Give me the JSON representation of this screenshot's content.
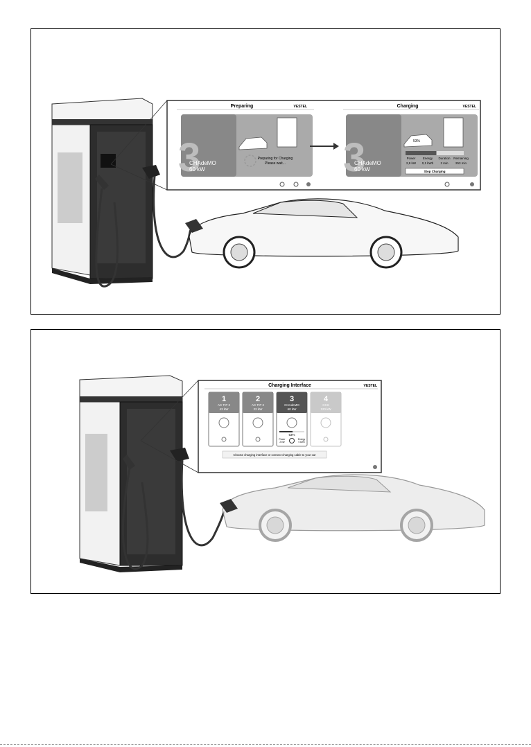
{
  "panel1": {
    "screen_left": {
      "title": "Preparing",
      "brand": "VESTEL",
      "big_number": "3",
      "connector": "CHAdeMO",
      "power": "60 kW",
      "status_line1": "Preparing for Charging",
      "status_line2": "Please wait..."
    },
    "screen_right": {
      "title": "Charging",
      "brand": "VESTEL",
      "big_number": "3",
      "connector": "CHAdeMO",
      "power": "60 kW",
      "percent": "53%",
      "progress": 0.53,
      "stats": [
        {
          "label": "Power",
          "value": "2,9 kW"
        },
        {
          "label": "Energy",
          "value": "0,1 kWh"
        },
        {
          "label": "Duration",
          "value": "2 min"
        },
        {
          "label": "Remaining",
          "value": "253 min"
        }
      ],
      "stop_button": "Stop Charging"
    }
  },
  "panel2": {
    "screen": {
      "title": "Charging Interface",
      "brand": "VESTEL",
      "cards": [
        {
          "number": "1",
          "name": "AC TIP 2",
          "power": "43 kW"
        },
        {
          "number": "2",
          "name": "AC TIP 2",
          "power": "22 kW"
        },
        {
          "number": "3",
          "name": "CHAdeMO",
          "power": "60 kW"
        },
        {
          "number": "4",
          "name": "CCS",
          "power": "120 kW"
        }
      ],
      "card3_percent": "53%",
      "card3_power_label": "Power",
      "card3_power_value": "2 kW",
      "card3_energy_label": "Energy",
      "card3_energy_value": "0 kWh",
      "instruction": "Choose charging interface or connect charging cable to your car"
    }
  }
}
